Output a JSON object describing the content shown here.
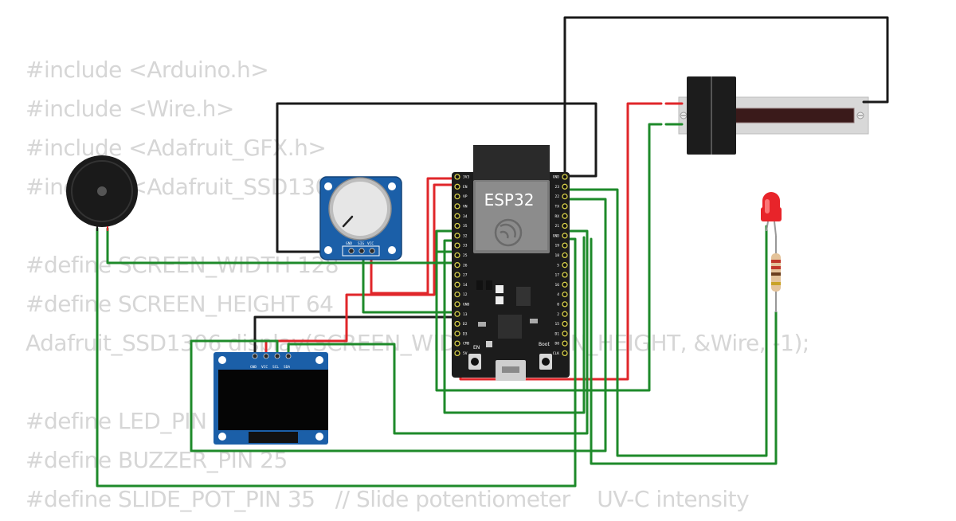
{
  "code_lines": [
    "#include <Arduino.h>",
    "#include <Wire.h>",
    "#include <Adafruit_GFX.h>",
    "#include <Adafruit_SSD1306.h>",
    "",
    "#define SCREEN_WIDTH 128",
    "#define SCREEN_HEIGHT 64",
    "Adafruit_SSD1306 display(SCREEN_WIDTH, SCREEN_HEIGHT, &Wire, -1);",
    "",
    "#define LED_PIN",
    "#define BUZZER_PIN 25",
    "#define SLIDE_POT_PIN 35   // Slide potentiometer    UV-C intensity"
  ],
  "esp32": {
    "label": "ESP32",
    "button_en": "EN",
    "button_boot": "Boot",
    "left_pins": [
      "3V3",
      "EN",
      "VP",
      "VN",
      "34",
      "35",
      "32",
      "33",
      "25",
      "26",
      "27",
      "14",
      "12",
      "GND",
      "13",
      "D2",
      "D3",
      "CMD",
      "5V"
    ],
    "right_pins": [
      "GND",
      "23",
      "22",
      "TX",
      "RX",
      "21",
      "GND",
      "19",
      "18",
      "5",
      "17",
      "16",
      "4",
      "0",
      "2",
      "15",
      "D1",
      "D0",
      "CLK"
    ]
  },
  "rotary_pot": {
    "pins": [
      "GND",
      "SIG",
      "VCC"
    ]
  },
  "oled": {
    "pins": [
      "GND",
      "VCC",
      "SCL",
      "SDA"
    ]
  },
  "colors": {
    "wire_green": "#1e8a2a",
    "wire_red": "#e0262a",
    "wire_black": "#1a1a1a",
    "board": "#1c1c1c",
    "module_blue": "#1b5fa8",
    "led_red": "#e8242a"
  }
}
